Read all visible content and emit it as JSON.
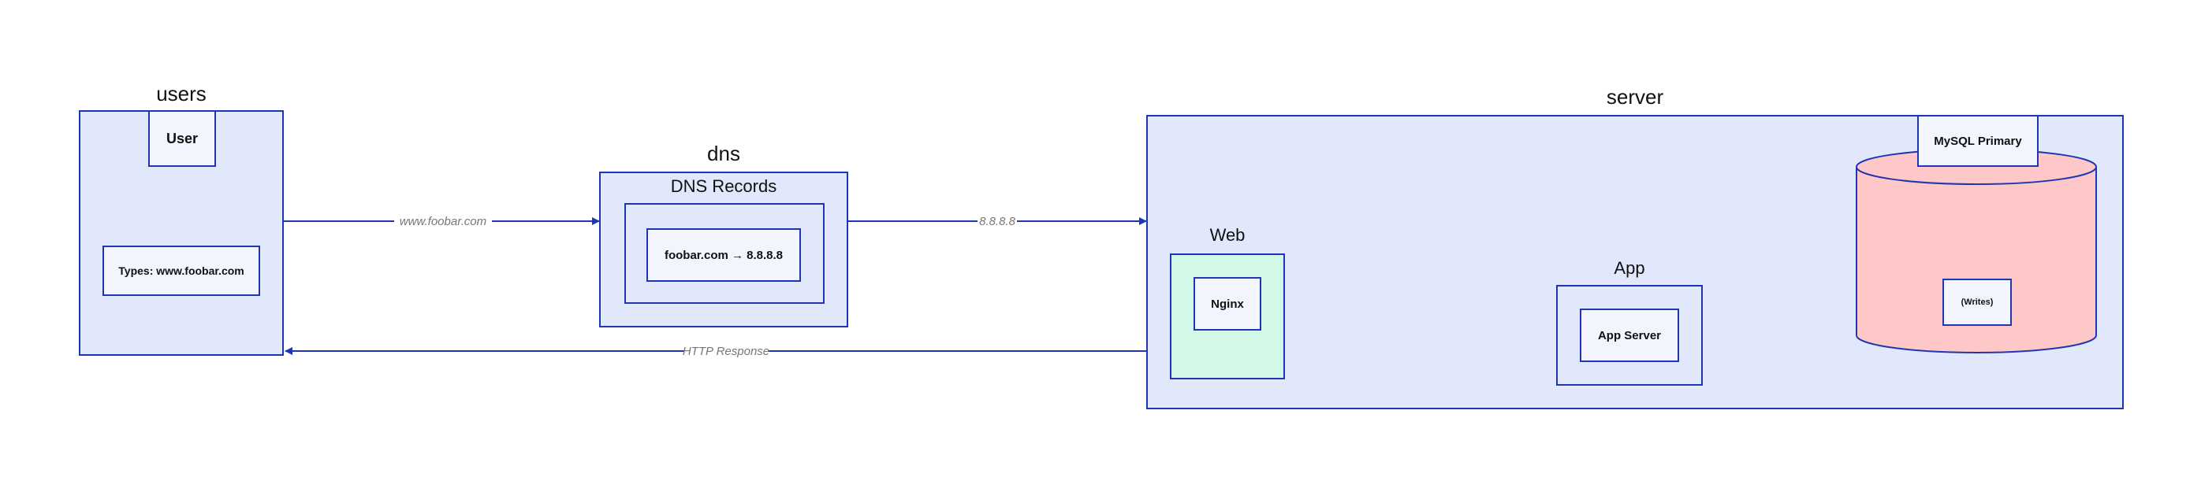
{
  "groups": {
    "users": {
      "title": "users",
      "user_label": "User",
      "types_label": "Types: www.foobar.com"
    },
    "dns": {
      "title": "dns",
      "records_title": "DNS Records",
      "record_label": "foobar.com → 8.8.8.8"
    },
    "server": {
      "title": "server",
      "web": {
        "title": "Web",
        "nginx_label": "Nginx"
      },
      "app": {
        "title": "App",
        "app_server_label": "App Server"
      },
      "db": {
        "title": "MySQL Primary",
        "writes_label": "(Writes)"
      }
    }
  },
  "edges": {
    "users_to_dns": "www.foobar.com",
    "dns_to_server": "8.8.8.8",
    "web_to_users": "HTTP Response",
    "app_to_web": "HTTP Response"
  },
  "colors": {
    "stroke": "#1f36b4",
    "group_fill": "#e1e8fb",
    "web_fill": "#d4f8e6",
    "db_fill": "#fec8c8",
    "label_gray": "#777777"
  }
}
